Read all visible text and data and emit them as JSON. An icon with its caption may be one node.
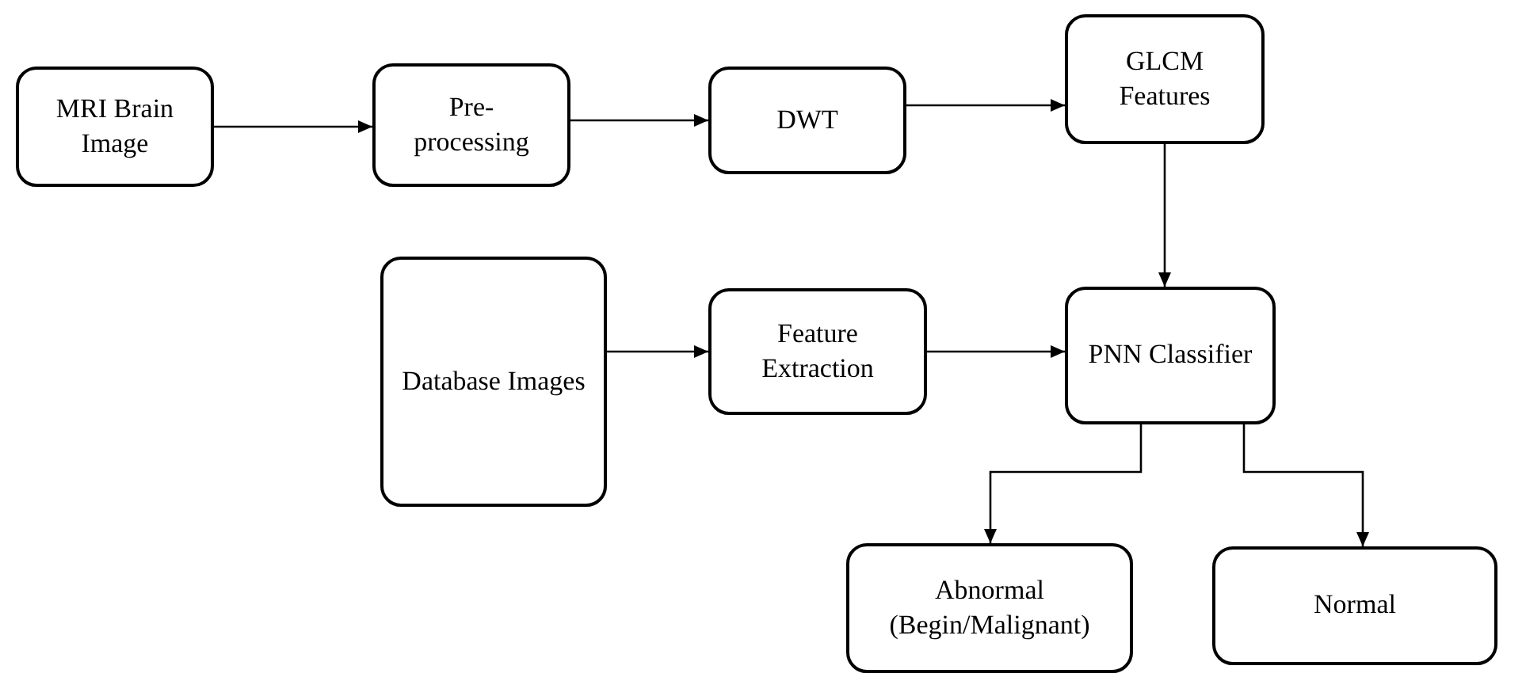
{
  "diagram": {
    "nodes": [
      {
        "text": [
          "MRI Brain Image"
        ]
      },
      {
        "text": [
          "Pre-processing"
        ]
      },
      {
        "text": [
          "DWT"
        ]
      },
      {
        "text": [
          "GLCM Features"
        ]
      },
      {
        "text": [
          "Database Images"
        ]
      },
      {
        "text": [
          "Feature Extraction"
        ]
      },
      {
        "text": [
          "PNN Classifier"
        ]
      },
      {
        "text": [
          "Abnormal (Begin/Malignant)"
        ]
      },
      {
        "text": [
          "Normal"
        ]
      }
    ],
    "edges": [
      {
        "from": 0,
        "to": 1,
        "arrow": "to"
      },
      {
        "from": 1,
        "to": 2,
        "arrow": "to"
      },
      {
        "from": 2,
        "to": 3,
        "arrow": "to"
      },
      {
        "from": 3,
        "to": 6,
        "arrow": "to"
      },
      {
        "from": 4,
        "to": 5,
        "arrow": "to"
      },
      {
        "from": 5,
        "to": 6,
        "arrow": "to"
      },
      {
        "from": 6,
        "to": 7,
        "arrow": "to"
      },
      {
        "from": 6,
        "to": 8,
        "arrow": "to"
      }
    ]
  }
}
